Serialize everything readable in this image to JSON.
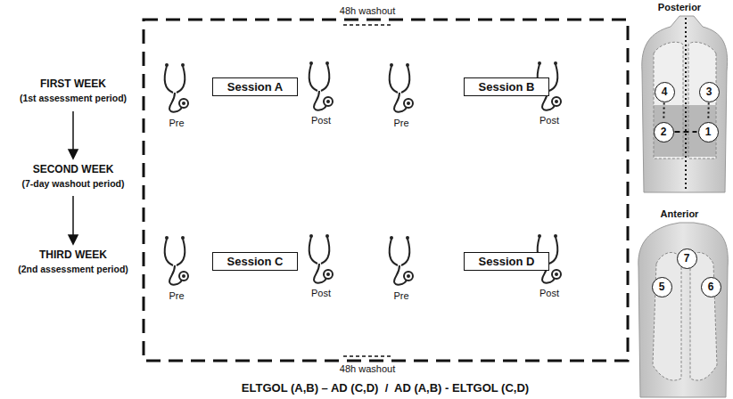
{
  "diagram": {
    "nodes": [
      {
        "text": [
          "Session A"
        ]
      },
      {
        "text": [
          "Session B"
        ]
      },
      {
        "text": [
          "Session C"
        ]
      },
      {
        "text": [
          "Session D"
        ]
      },
      {
        "text": [
          "4"
        ]
      },
      {
        "text": [
          "3"
        ]
      },
      {
        "text": [
          "2"
        ]
      },
      {
        "text": [
          "1"
        ]
      },
      {
        "text": [
          "7"
        ]
      },
      {
        "text": [
          "5"
        ]
      },
      {
        "text": [
          "6"
        ]
      }
    ],
    "edges": [
      {
        "from": 4,
        "to": 6,
        "arrow": "none"
      },
      {
        "from": 5,
        "to": 7,
        "arrow": "none"
      },
      {
        "from": 6,
        "to": 7,
        "arrow": "none"
      }
    ],
    "labels": [
      "Posterior",
      "Anterior",
      "FIRST WEEK",
      "(1st assessment period)",
      "SECOND WEEK",
      "(7-day washout period)",
      "THIRD WEEK",
      "(2nd assessment period)",
      "48h washout",
      "Pre",
      "Post",
      "Pre",
      "Post",
      "Pre",
      "Post",
      "Pre",
      "Post",
      "48h washout",
      "ELTGOL (A,B) – AD (C,D)  /  AD (A,B) - ELTGOL (C,D)"
    ]
  }
}
